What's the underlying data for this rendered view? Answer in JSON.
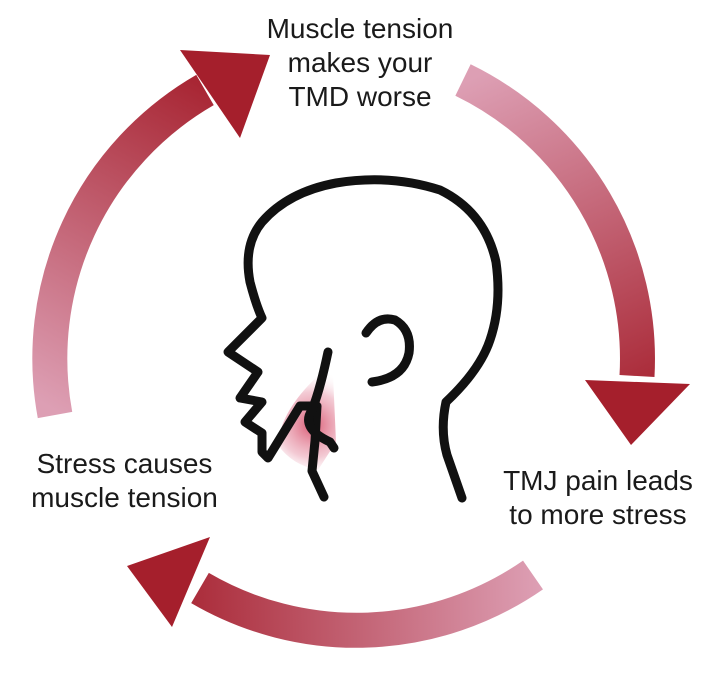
{
  "diagram": {
    "steps": [
      {
        "id": "top",
        "lines": [
          "Muscle tension",
          "makes your",
          "TMD worse"
        ]
      },
      {
        "id": "right",
        "lines": [
          "TMJ pain leads",
          "to more stress"
        ]
      },
      {
        "id": "left",
        "lines": [
          "Stress causes",
          "muscle tension"
        ]
      }
    ],
    "center_icon": "head-profile-jaw-pain-icon",
    "colors": {
      "arrow_light": "#dd9fb4",
      "arrow_dark": "#a51f2c",
      "outline": "#111111",
      "pain_highlight": "#d8516b"
    }
  }
}
